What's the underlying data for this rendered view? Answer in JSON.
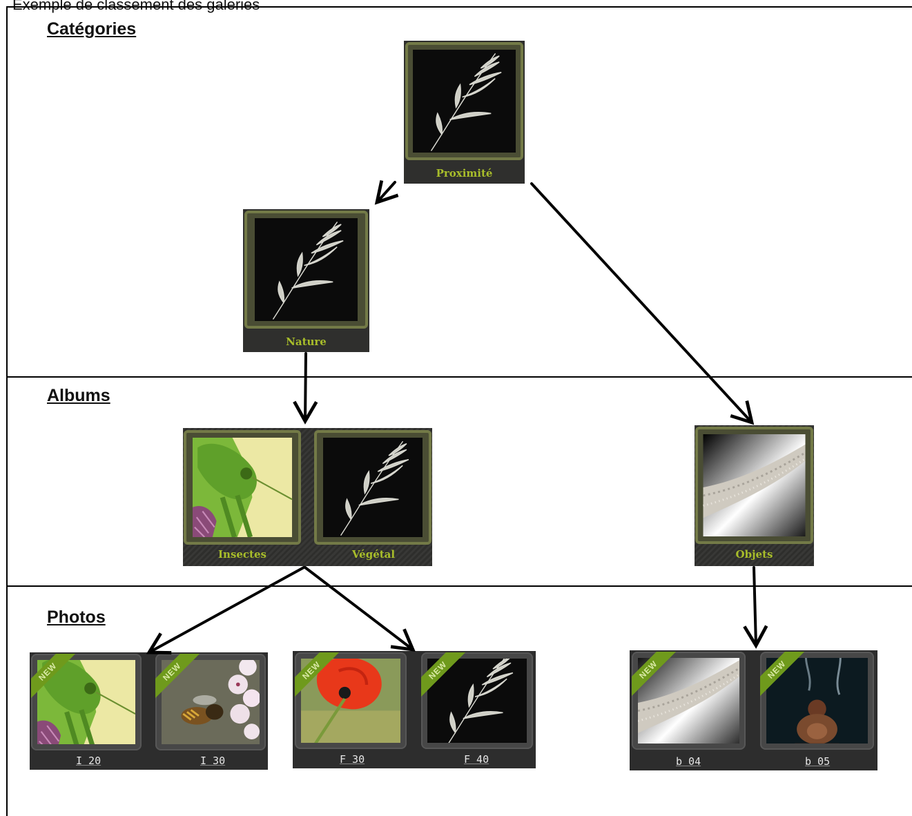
{
  "top_caption": "Exemple de classement des galeries",
  "sections": {
    "categories": "Catégories",
    "albums": "Albums",
    "photos": "Photos"
  },
  "categories": [
    {
      "label": "Proximité",
      "image": "wild-oat-on-black"
    },
    {
      "label": "Nature",
      "image": "wild-oat-on-black"
    }
  ],
  "albums": [
    {
      "label": "Insectes",
      "image": "green-grasshopper"
    },
    {
      "label": "Végétal",
      "image": "wild-oat-on-black"
    },
    {
      "label": "Objets",
      "image": "textured-curve"
    }
  ],
  "photos": [
    {
      "caption": "I 20",
      "badge": "NEW",
      "image": "green-grasshopper"
    },
    {
      "caption": "I 30",
      "badge": "NEW",
      "image": "bee-on-flowers"
    },
    {
      "caption": "F 30",
      "badge": "NEW",
      "image": "red-poppy"
    },
    {
      "caption": "F 40",
      "badge": "NEW",
      "image": "wild-oat-on-black"
    },
    {
      "caption": "b 04",
      "badge": "NEW",
      "image": "textured-curve"
    },
    {
      "caption": "b 05",
      "badge": "NEW",
      "image": "buddha-with-incense"
    }
  ],
  "colors": {
    "label_green": "#a8bd2a",
    "tile_frame": "#737a47",
    "tile_bg": "#2f2f2d",
    "ribbon": "#6f9a1c"
  }
}
